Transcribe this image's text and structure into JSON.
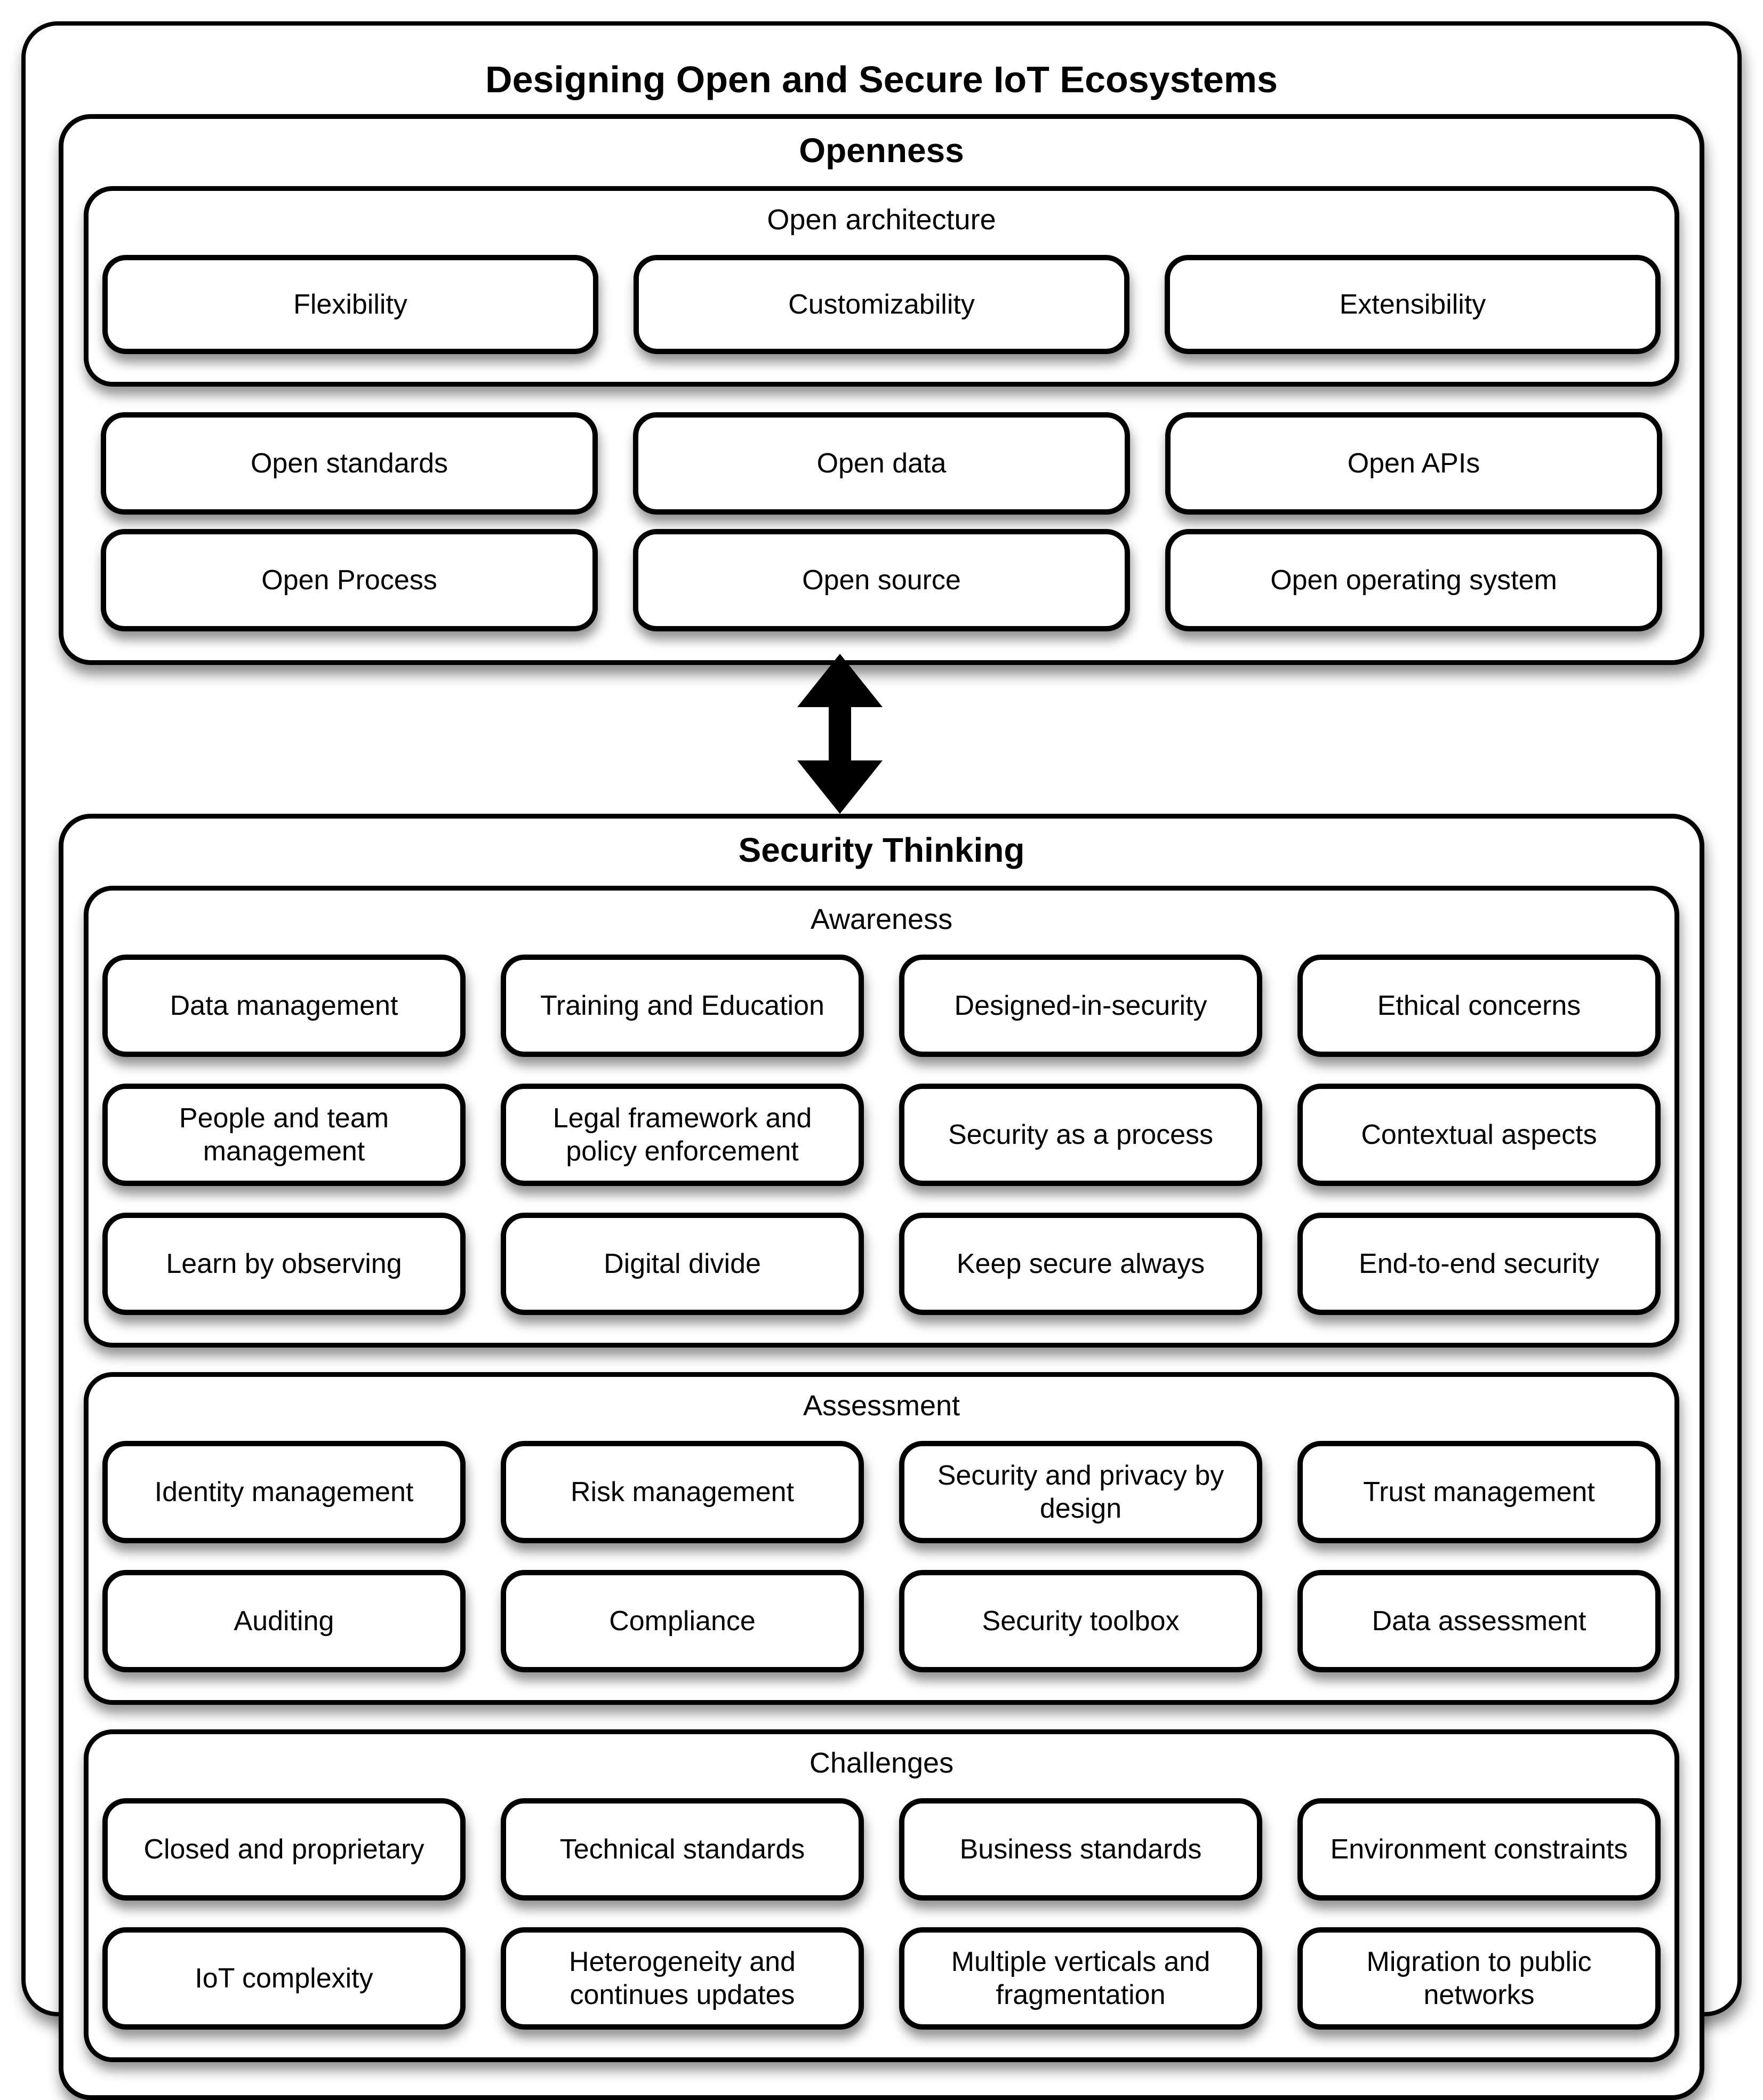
{
  "title": "Designing Open and Secure IoT Ecosystems",
  "openness": {
    "title": "Openness",
    "architecture": {
      "label": "Open architecture",
      "items": [
        "Flexibility",
        "Customizability",
        "Extensibility"
      ]
    },
    "rows": [
      [
        "Open standards",
        "Open data",
        "Open APIs"
      ],
      [
        "Open Process",
        "Open source",
        "Open operating system"
      ]
    ]
  },
  "arrow": {
    "icon": "bidirectional-vertical-arrow"
  },
  "security": {
    "title": "Security Thinking",
    "groups": [
      {
        "label": "Awareness",
        "rows": [
          [
            "Data management",
            "Training and Education",
            "Designed-in-security",
            "Ethical concerns"
          ],
          [
            "People and team management",
            "Legal framework and policy enforcement",
            "Security as a process",
            "Contextual aspects"
          ],
          [
            "Learn by observing",
            "Digital divide",
            "Keep secure always",
            "End-to-end security"
          ]
        ]
      },
      {
        "label": "Assessment",
        "rows": [
          [
            "Identity management",
            "Risk management",
            "Security and privacy by design",
            "Trust management"
          ],
          [
            "Auditing",
            "Compliance",
            "Security toolbox",
            "Data assessment"
          ]
        ]
      },
      {
        "label": "Challenges",
        "rows": [
          [
            "Closed and proprietary",
            "Technical standards",
            "Business standards",
            "Environment constraints"
          ],
          [
            "IoT complexity",
            "Heterogeneity and continues updates",
            "Multiple verticals and fragmentation",
            "Migration to public networks"
          ]
        ]
      }
    ]
  },
  "colors": {
    "border": "#000000",
    "background": "#ffffff",
    "text": "#000000"
  }
}
